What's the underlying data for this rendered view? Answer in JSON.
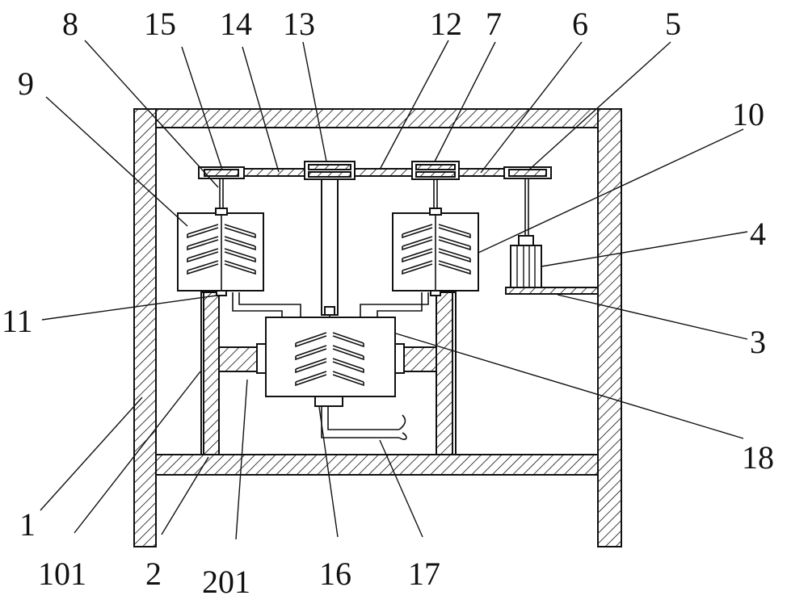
{
  "labels": {
    "l8": "8",
    "l15": "15",
    "l14": "14",
    "l13": "13",
    "l12": "12",
    "l7": "7",
    "l6": "6",
    "l5": "5",
    "l9": "9",
    "l10": "10",
    "l4": "4",
    "l11": "11",
    "l3": "3",
    "l18": "18",
    "l1": "1",
    "l101": "101",
    "l2": "2",
    "l201": "201",
    "l16": "16",
    "l17": "17"
  }
}
